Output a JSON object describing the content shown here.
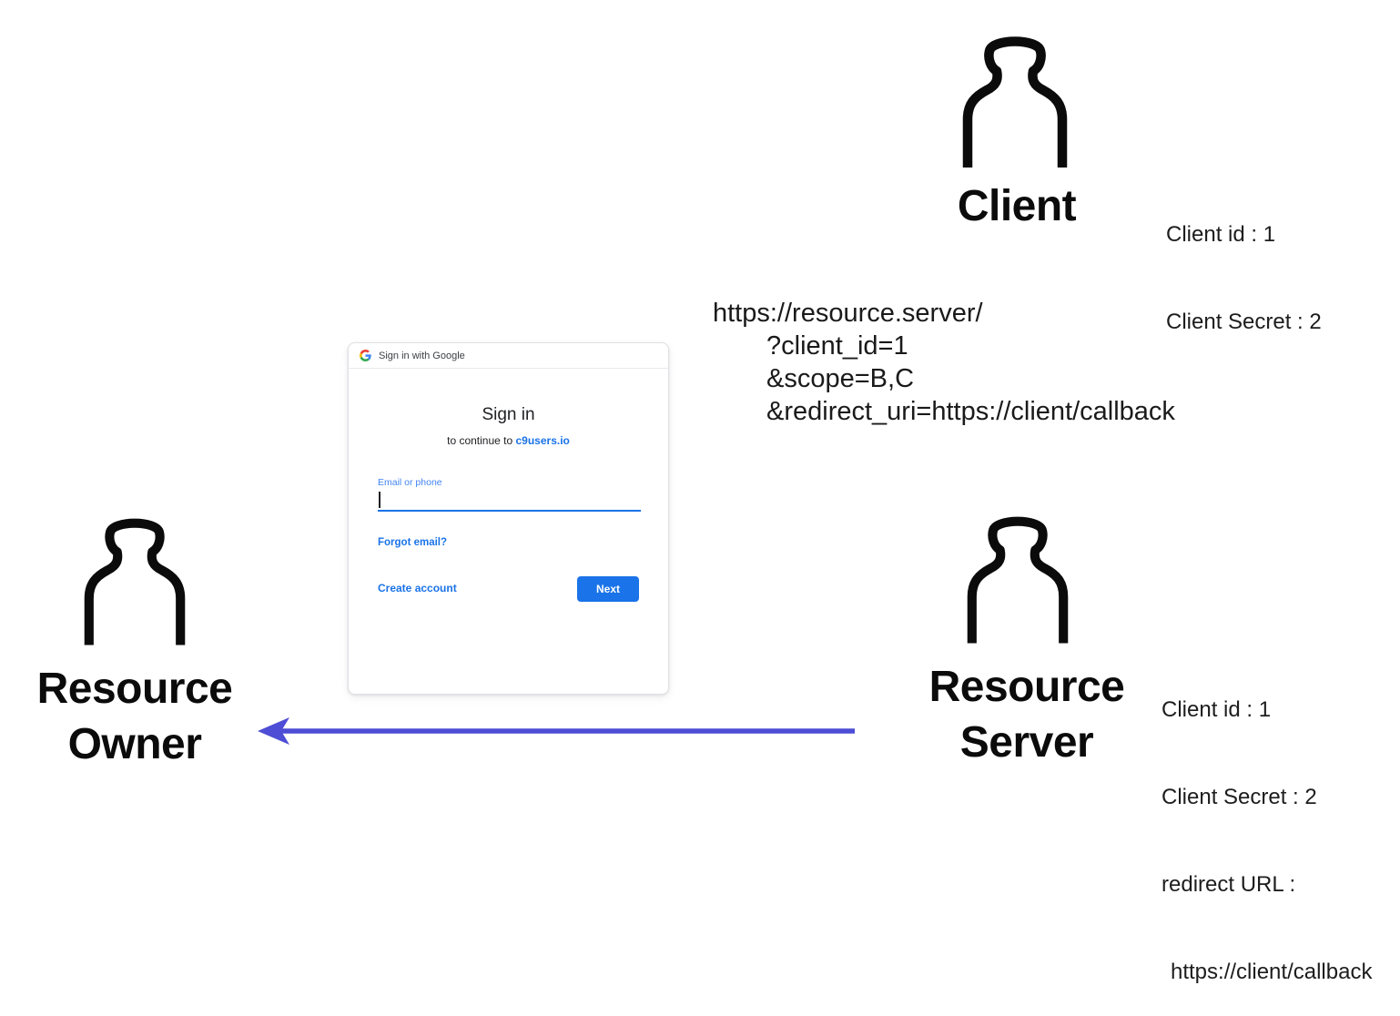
{
  "colors": {
    "google_blue": "#1a73e8",
    "field_label_blue": "#4285f4",
    "arrow_blue": "#4d4dd6",
    "label_black": "#0b0b0b",
    "header_gray": "#3c4043"
  },
  "client": {
    "label": "Client",
    "info": [
      "Client id : 1",
      "Client Secret : 2"
    ]
  },
  "resource_owner": {
    "label_lines": [
      "Resource",
      "Owner"
    ]
  },
  "resource_server": {
    "label_lines": [
      "Resource",
      "Server"
    ],
    "info": [
      "Client id : 1",
      "Client Secret : 2",
      "redirect URL :",
      "https://client/callback"
    ]
  },
  "request_url": {
    "lines": [
      "https://resource.server/",
      "?client_id=1",
      "&scope=B,C",
      "&redirect_uri=https://client/callback"
    ]
  },
  "google_signin": {
    "window_title": "Sign in with Google",
    "title": "Sign in",
    "subtitle_prefix": "to continue to ",
    "subtitle_link": "c9users.io",
    "email_label": "Email or phone",
    "email_value": "",
    "forgot_link": "Forgot email?",
    "create_account_link": "Create account",
    "next_button": "Next"
  }
}
